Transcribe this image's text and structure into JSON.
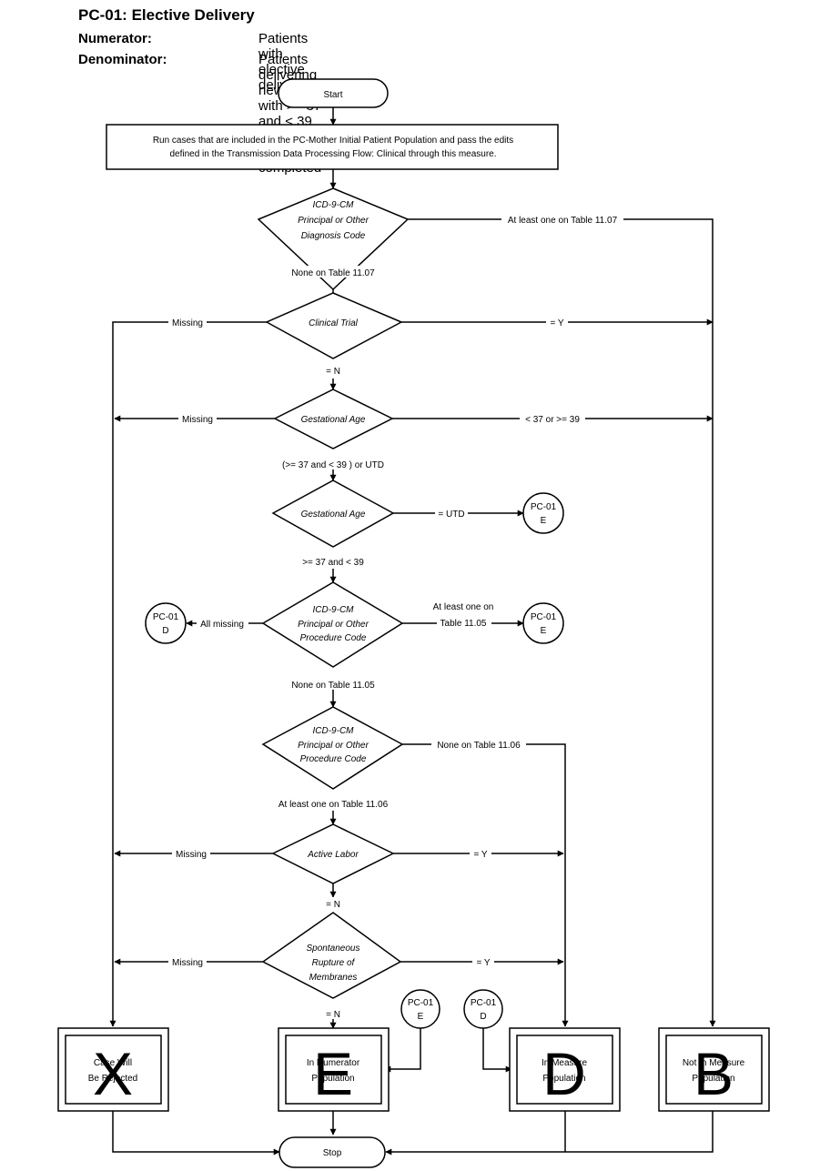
{
  "header": {
    "title": "PC-01:  Elective Delivery",
    "numerator_label": "Numerator:",
    "numerator_value": "Patients with elective deliveries",
    "denominator_label": "Denominator:",
    "denominator_value": "Patients delivering newborns with >= 37 and < 39 weeks of gestation completed"
  },
  "nodes": {
    "start": "Start",
    "run_cases": [
      "Run cases that are included in the PC-Mother Initial Patient Population and pass the edits",
      "defined in the Transmission Data Processing Flow: Clinical through this measure."
    ],
    "dx_code": [
      "ICD-9-CM",
      "Principal or Other",
      "Diagnosis Code"
    ],
    "clinical_trial": "Clinical Trial",
    "gest_age_1": "Gestational Age",
    "gest_age_2": "Gestational Age",
    "proc_code_1": [
      "ICD-9-CM",
      "Principal or Other",
      "Procedure Code"
    ],
    "proc_code_2": [
      "ICD-9-CM",
      "Principal or Other",
      "Procedure Code"
    ],
    "active_labor": "Active Labor",
    "srom": [
      "Spontaneous",
      "Rupture of",
      "Membranes"
    ],
    "conn_e1": [
      "PC-01",
      "E"
    ],
    "conn_e2": [
      "PC-01",
      "E"
    ],
    "conn_d1": [
      "PC-01",
      "D"
    ],
    "conn_e3": [
      "PC-01",
      "E"
    ],
    "conn_d2": [
      "PC-01",
      "D"
    ],
    "out_x": {
      "letter": "X",
      "lines": [
        "Case Will",
        "Be Rejected"
      ]
    },
    "out_e": {
      "letter": "E",
      "lines": [
        "In Numerator",
        "Population"
      ]
    },
    "out_d": {
      "letter": "D",
      "lines": [
        "In Measure",
        "Population"
      ]
    },
    "out_b": {
      "letter": "B",
      "lines": [
        "Not In Measure",
        "Population"
      ]
    },
    "stop": "Stop"
  },
  "edges": {
    "dx_yes": "At least one on Table 11.07",
    "dx_no": "None  on Table 11.07",
    "ct_missing": "Missing",
    "ct_y": "= Y",
    "ct_n": "= N",
    "ga1_missing": "Missing",
    "ga1_out": "< 37 or >= 39",
    "ga1_in": "(>= 37 and < 39 ) or UTD",
    "ga2_utd": "= UTD",
    "ga2_in": ">= 37 and < 39",
    "pc1_missing": "All missing",
    "pc1_yes": [
      "At least one on",
      "Table 11.05"
    ],
    "pc1_no": "None on Table 11.05",
    "pc2_no": "None on Table 11.06",
    "pc2_yes": "At least one on Table 11.06",
    "al_missing": "Missing",
    "al_y": "= Y",
    "al_n": "= N",
    "sr_missing": "Missing",
    "sr_y": "= Y",
    "sr_n": "= N"
  }
}
